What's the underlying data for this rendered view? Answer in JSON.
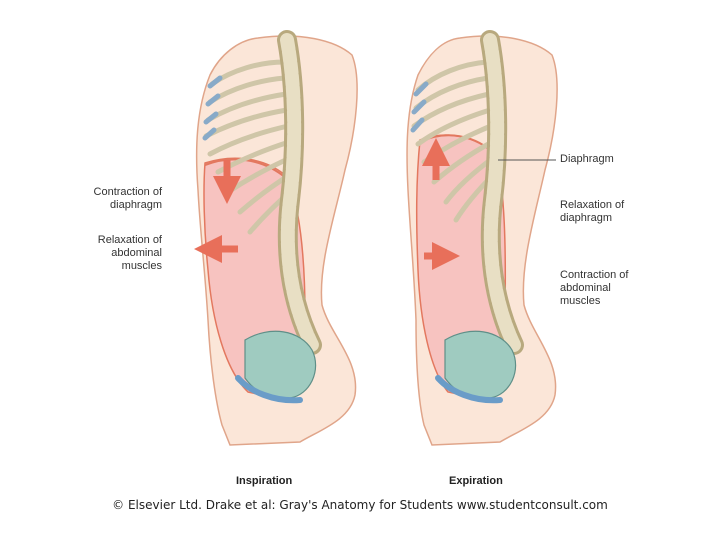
{
  "labels": {
    "contraction_diaphragm": "Contraction of\ndiaphragm",
    "relaxation_abdominal": "Relaxation of\nabdominal\nmuscles",
    "diaphragm": "Diaphragm",
    "relaxation_diaphragm": "Relaxation of\ndiaphragm",
    "contraction_abdominal": "Contraction of\nabdominal\nmuscles"
  },
  "captions": {
    "inspiration": "Inspiration",
    "expiration": "Expiration"
  },
  "credit": "© Elsevier Ltd. Drake et al: Gray's Anatomy for Students www.studentconsult.com",
  "colors": {
    "skin": "#fbe6d8",
    "skin_outline": "#e0a58a",
    "cavity": "#f7c3c0",
    "cavity_outline": "#e3785f",
    "arrow": "#e86f5a",
    "bone": "#e8dfc4",
    "bone_outline": "#9c8c66",
    "cartilage": "#88aac8",
    "pelvis": "#9fcbc0",
    "pelvic_floor": "#6a9cc8"
  }
}
